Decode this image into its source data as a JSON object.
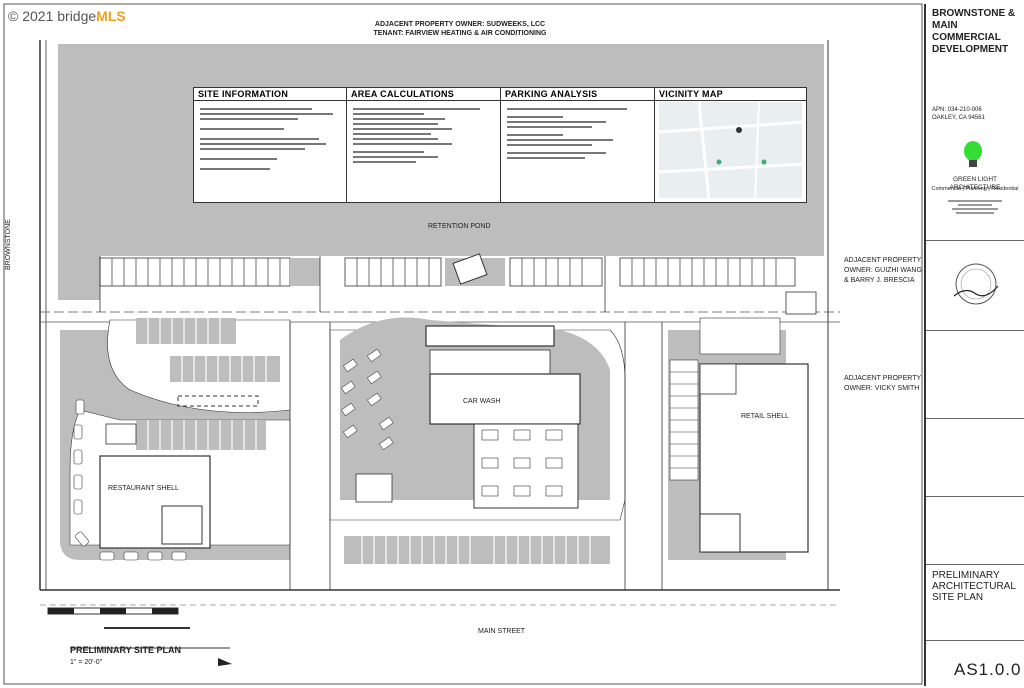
{
  "watermark": {
    "copyright": "© 2021 bridge",
    "brand": "MLS"
  },
  "header": {
    "owner": "ADJACENT PROPERTY OWNER:  SUDWEEKS, LCC",
    "tenant": "TENANT: FAIRVIEW HEATING & AIR CONDITIONING"
  },
  "panels": {
    "site_info": "SITE INFORMATION",
    "area_calc": "AREA CALCULATIONS",
    "parking": "PARKING ANALYSIS",
    "vicinity": "VICINITY MAP"
  },
  "plan_labels": {
    "retention_pond": "RETENTION POND",
    "brownstone": "BROWNSTONE",
    "main_street": "MAIN STREET",
    "car_wash": "CAR WASH",
    "restaurant": "RESTAURANT SHELL",
    "retail": "RETAIL SHELL",
    "adj_east_1": "ADJACENT PROPERTY",
    "adj_east_2": "OWNER: GUIZHI WANG",
    "adj_east_3": "& BARRY J. BRESCIA",
    "adj_east_b1": "ADJACENT PROPERTY",
    "adj_east_b2": "OWNER: VICKY SMITH",
    "plan_title": "PRELIMINARY SITE PLAN",
    "plan_scale": "1\" = 20'-0\""
  },
  "title_block": {
    "project_1": "BROWNSTONE & MAIN",
    "project_2": "COMMERCIAL",
    "project_3": "DEVELOPMENT",
    "apn": "APN: 034-210-006",
    "city": "OAKLEY, CA 94561",
    "firm": "GREEN LIGHT ARCHITECTURE",
    "firm_services": "Commercial | Planning | Residential",
    "sheet_title_1": "PRELIMINARY",
    "sheet_title_2": "ARCHITECTURAL",
    "sheet_title_3": "SITE PLAN",
    "sheet_number": "AS1.0.0"
  },
  "colors": {
    "asphalt": "#bdbdbd",
    "line": "#333333",
    "bulb": "#33dd33",
    "brand": "#f0a020"
  }
}
